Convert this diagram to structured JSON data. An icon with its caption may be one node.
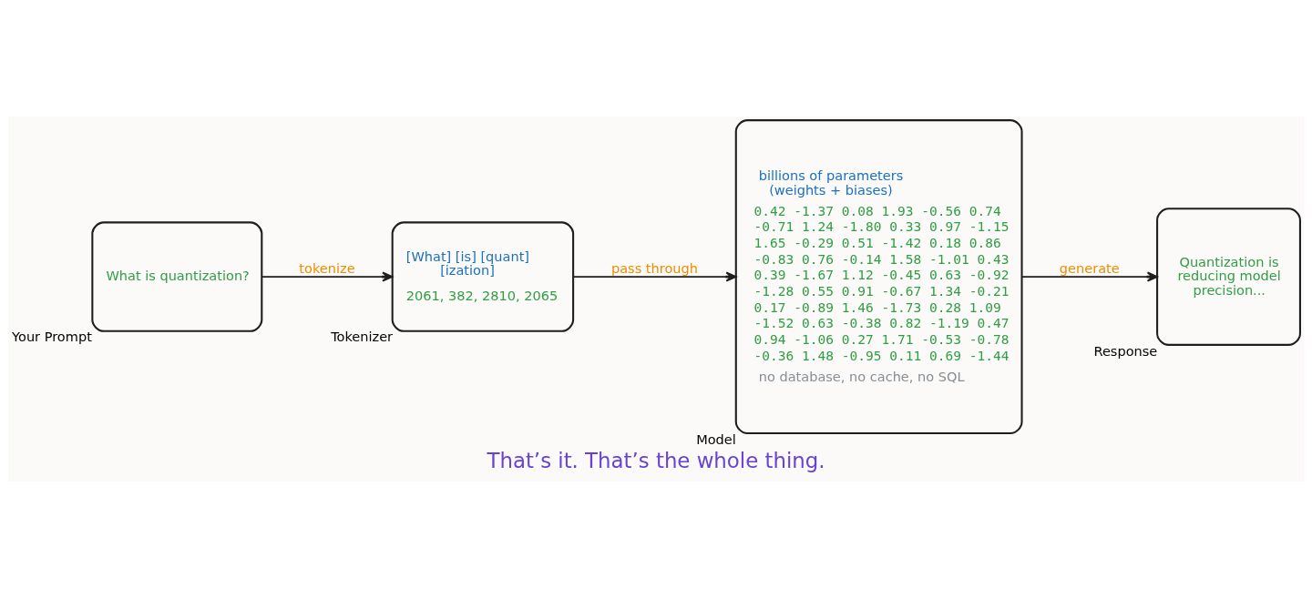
{
  "diagram": {
    "caption": "That’s it. That’s the whole thing.",
    "nodes": [
      {
        "text": [
          "What is quantization?"
        ],
        "beside": [
          "Your Prompt"
        ]
      },
      {
        "text": [
          "[What] [is] [quant] [ization]",
          "2061, 382, 2810, 2065"
        ],
        "beside": [
          "Tokenizer"
        ]
      },
      {
        "text": [
          "billions of parameters (weights + biases)",
          "0.42 -1.37 0.08 1.93 -0.56 0.74",
          "-0.71 1.24 -1.80 0.33 0.97 -1.15",
          "1.65 -0.29 0.51 -1.42 0.18 0.86",
          "-0.83 0.76 -0.14 1.58 -1.01 0.43",
          "0.39 -1.67 1.12 -0.45 0.63 -0.92",
          "-1.28 0.55 0.91 -0.67 1.34 -0.21",
          "0.17 -0.89 1.46 -1.73 0.28 1.09",
          "-1.52 0.63 -0.38 0.82 -1.19 0.47",
          "0.94 -1.06 0.27 1.71 -0.53 -0.78",
          "-0.36 1.48 -0.95 0.11 0.69 -1.44",
          "no database, no cache, no SQL"
        ],
        "beside": [
          "Model"
        ]
      },
      {
        "text": [
          "Quantization is reducing model precision..."
        ],
        "beside": [
          "Response"
        ]
      }
    ],
    "edges": [
      {
        "from": 0,
        "to": 1,
        "arrow": "to",
        "label": "tokenize"
      },
      {
        "from": 1,
        "to": 2,
        "arrow": "to",
        "label": "pass through"
      },
      {
        "from": 2,
        "to": 3,
        "arrow": "to",
        "label": "generate"
      }
    ]
  }
}
